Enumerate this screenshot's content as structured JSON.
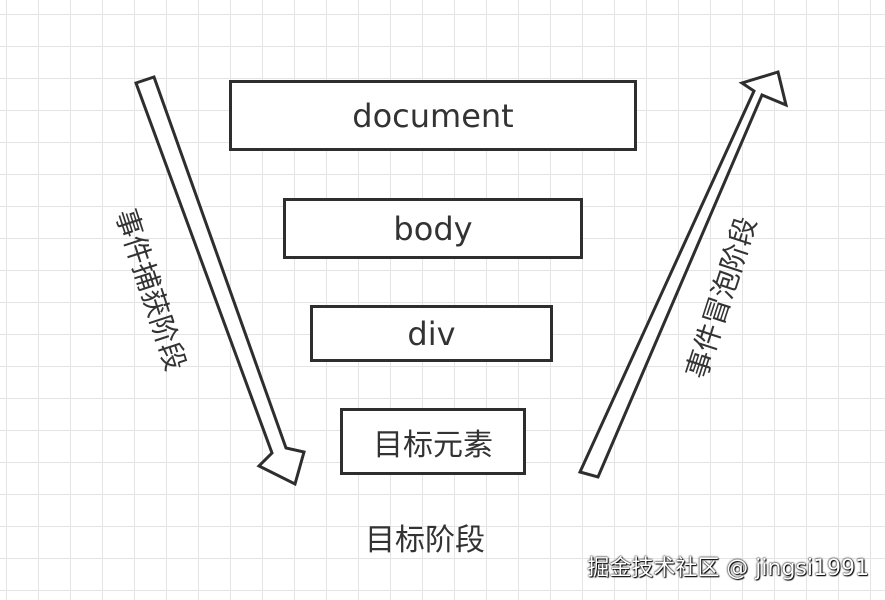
{
  "diagram": {
    "boxes": {
      "document": "document",
      "body": "body",
      "div": "div",
      "target": "目标元素"
    },
    "capture_phase_label": "事件捕获阶段",
    "bubble_phase_label": "事件冒泡阶段",
    "target_phase_label": "目标阶段"
  },
  "watermark": {
    "text": "掘金技术社区 @ jingsi1991"
  },
  "colors": {
    "stroke": "#2e2e2e",
    "grid": "#e4e4e4",
    "text": "#333333"
  }
}
